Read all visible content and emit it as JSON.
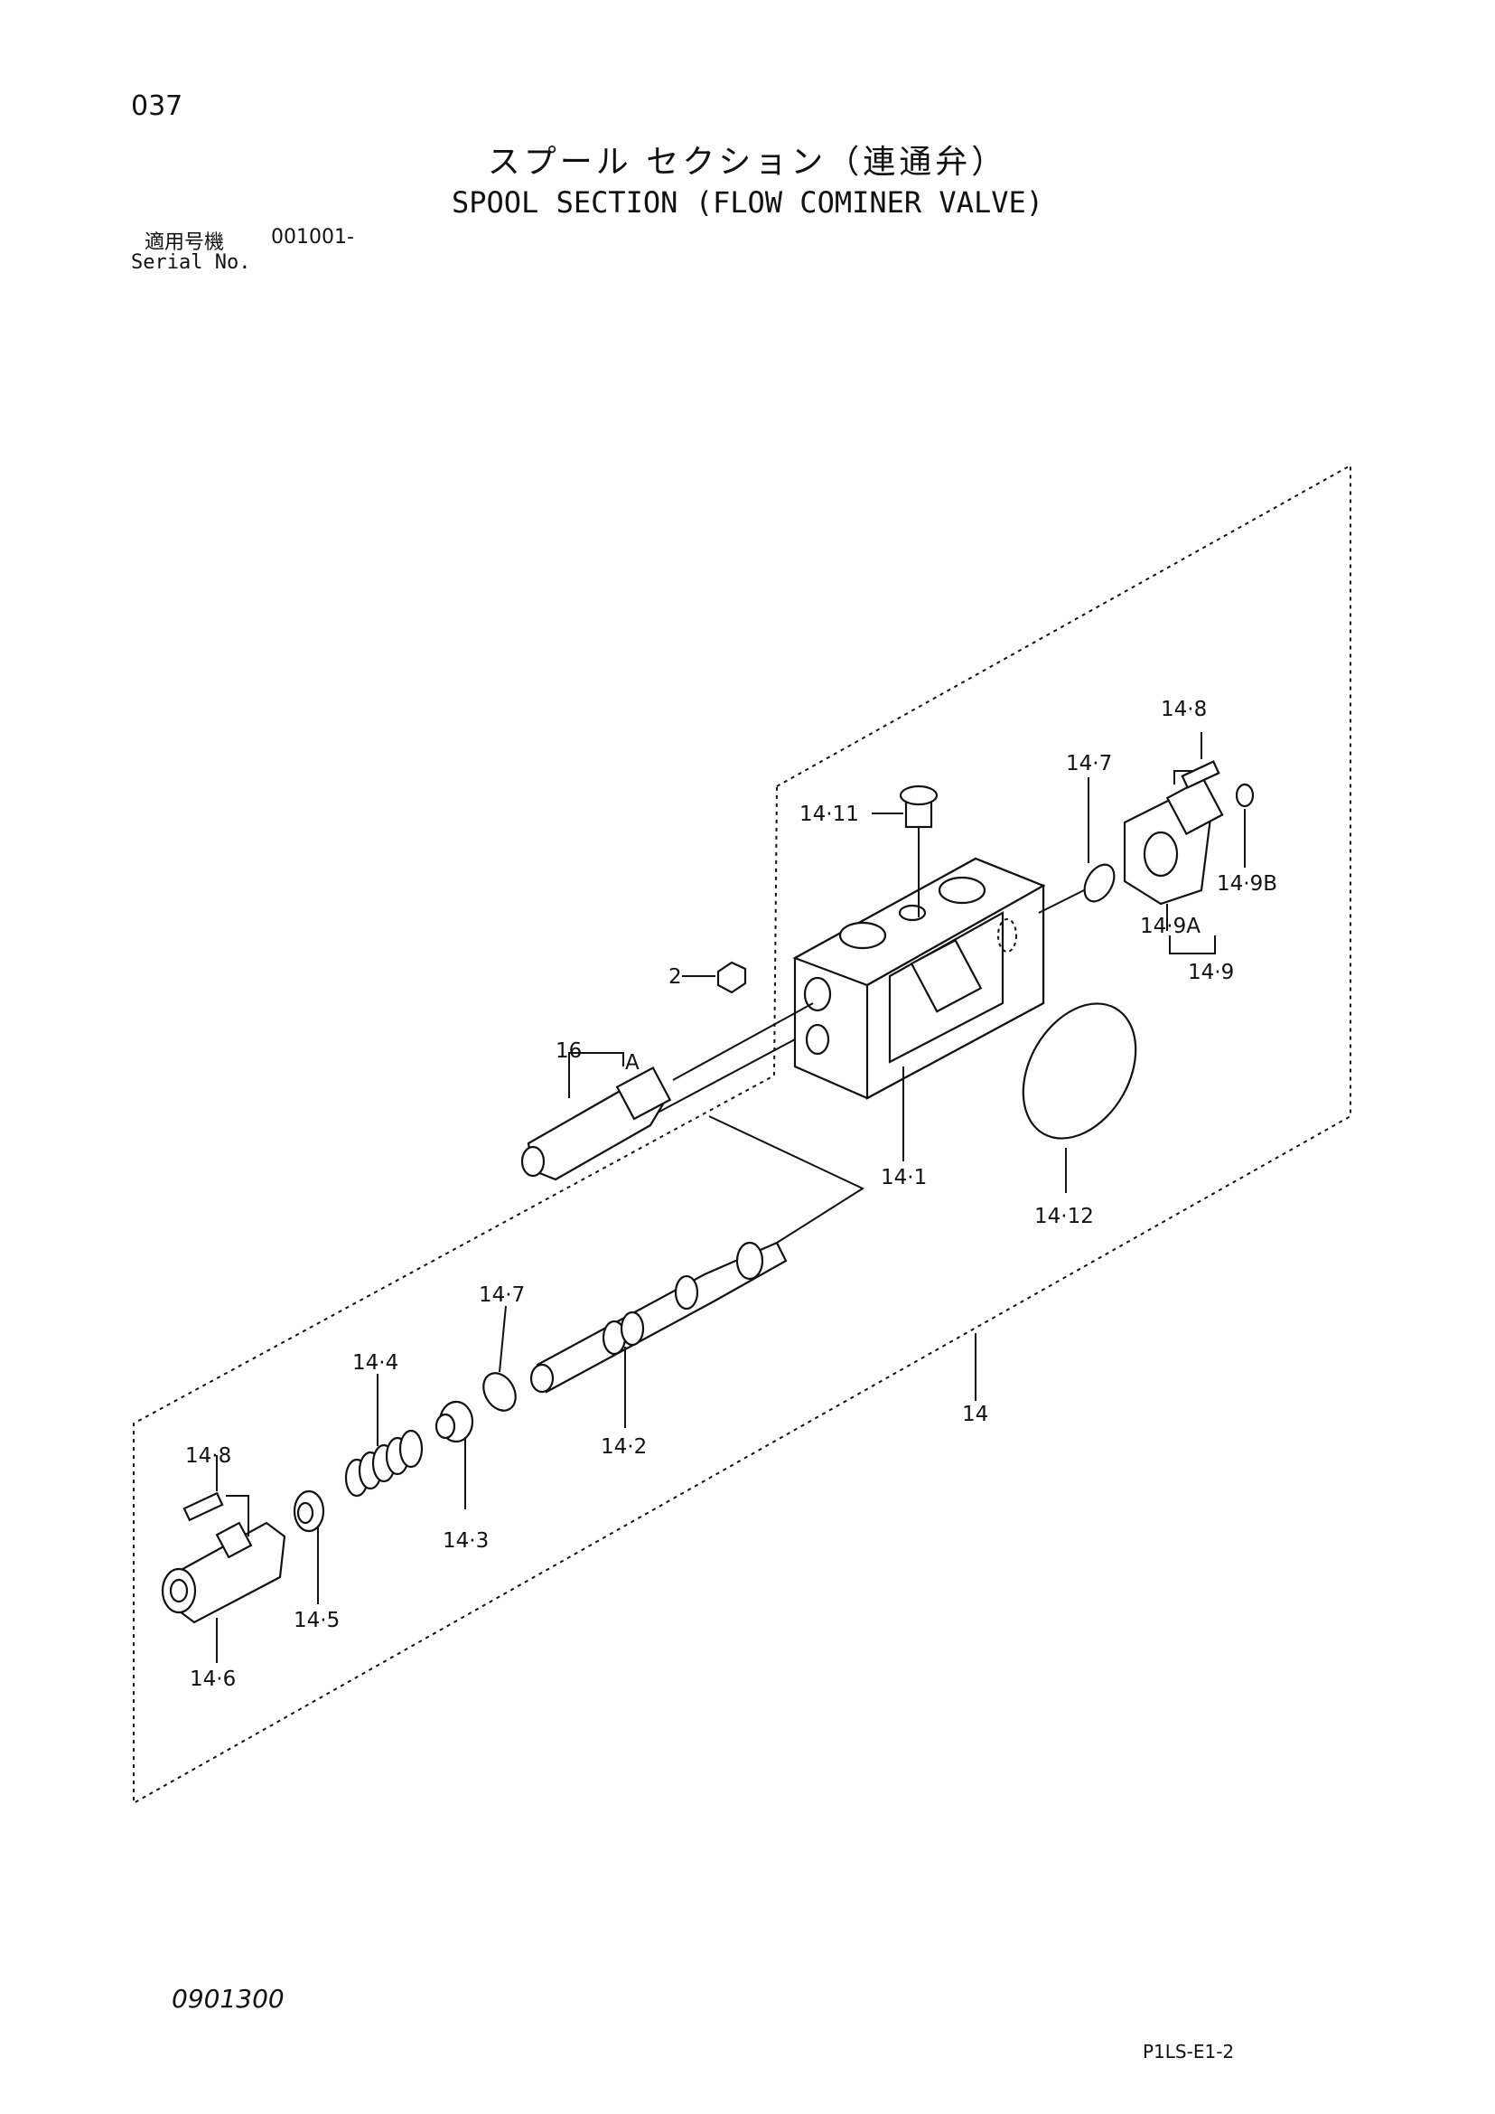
{
  "header": {
    "page_number": "037",
    "title_jp": "スプール セクション（連通弁）",
    "title_en": "SPOOL SECTION (FLOW COMINER VALVE)",
    "serial_label_jp": "適用号機",
    "serial_value": "001001-",
    "serial_label_en": "Serial No."
  },
  "callouts": {
    "c2": "2",
    "c16": "16",
    "cA": "A",
    "c14": "14",
    "c14_1": "14·1",
    "c14_2": "14·2",
    "c14_3": "14·3",
    "c14_4": "14·4",
    "c14_5": "14·5",
    "c14_6": "14·6",
    "c14_7_top": "14·7",
    "c14_7_bottom": "14·7",
    "c14_8_top": "14·8",
    "c14_8_bottom": "14·8",
    "c14_9": "14·9",
    "c14_9A": "14·9A",
    "c14_9B": "14·9B",
    "c14_11": "14·11",
    "c14_12": "14·12"
  },
  "footer": {
    "doc_number": "0901300",
    "code": "P1LS-E1-2"
  }
}
